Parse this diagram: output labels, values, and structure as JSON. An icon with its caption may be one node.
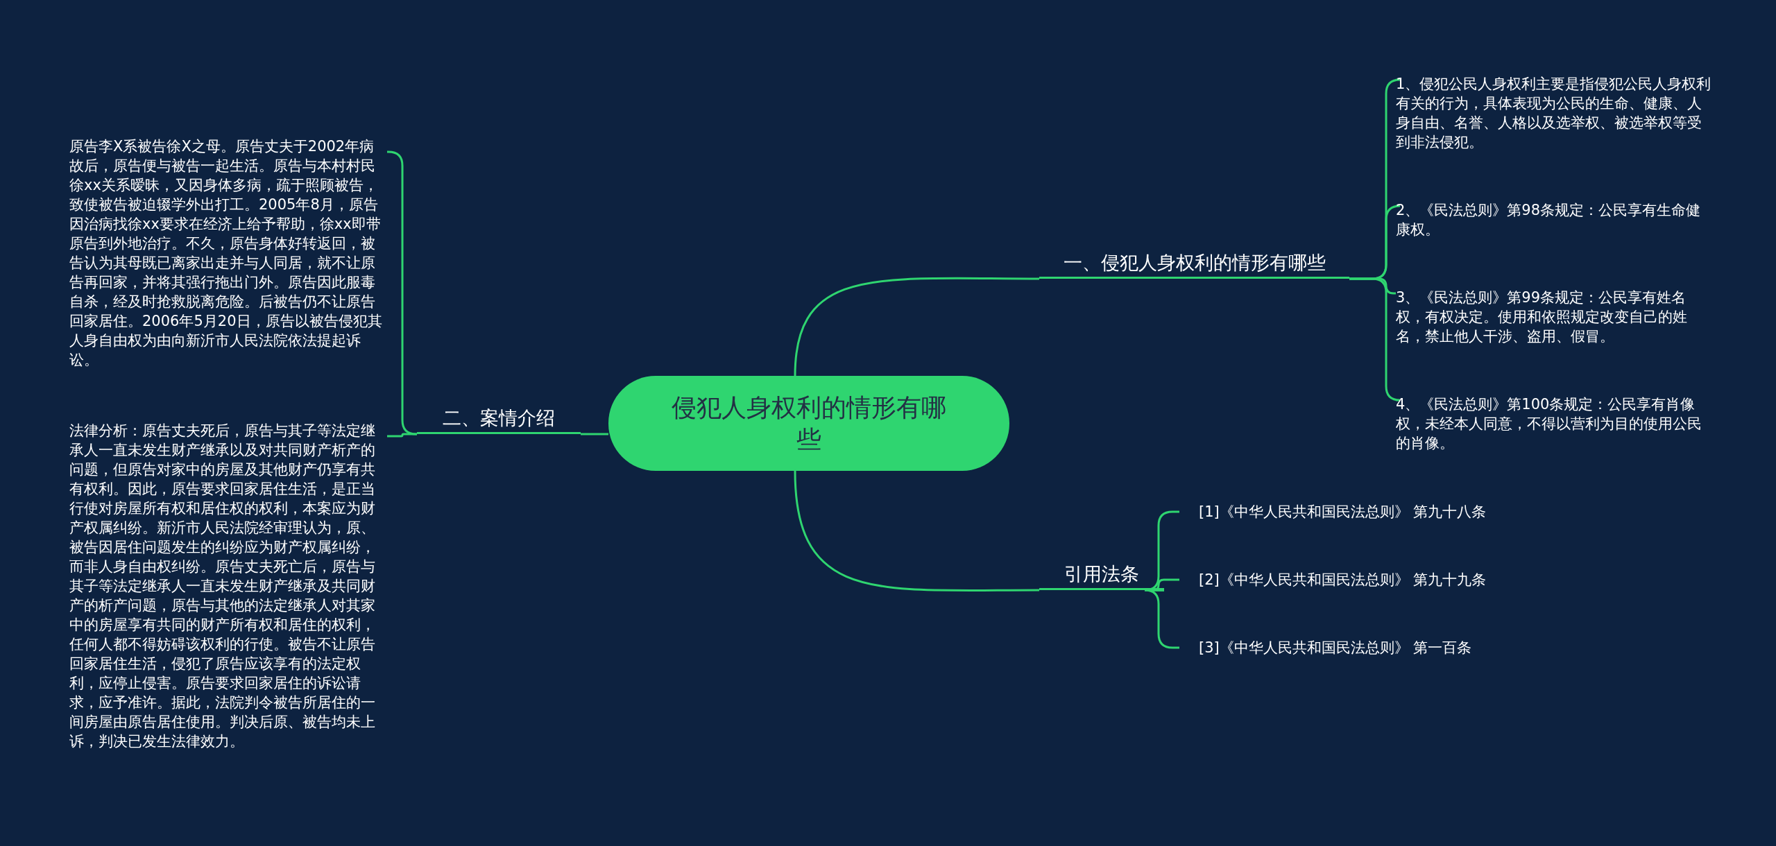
{
  "diagram": {
    "nodes": [
      {
        "text": [
          "侵犯人身权利的情形有哪些"
        ]
      },
      {
        "text": [
          "一、侵犯人身权利的情形有哪些"
        ]
      },
      {
        "text": [
          "1、侵犯公民人身权利主要是指侵犯公民人身权利有关的行为，具体表现为公民的生命、健康、人身自由、名誉、人格以及选举权、被选举权等受到非法侵犯。"
        ]
      },
      {
        "text": [
          "2、《民法总则》第98条规定：公民享有生命健康权。"
        ]
      },
      {
        "text": [
          "3、《民法总则》第99条规定：公民享有姓名权，有权决定。使用和依照规定改变自己的姓名，禁止他人干涉、盗用、假冒。"
        ]
      },
      {
        "text": [
          "4、《民法总则》第100条规定：公民享有肖像权，未经本人同意，不得以营利为目的使用公民的肖像。"
        ]
      },
      {
        "text": [
          "引用法条"
        ]
      },
      {
        "text": [
          "[1]《中华人民共和国民法总则》 第九十八条"
        ]
      },
      {
        "text": [
          "[2]《中华人民共和国民法总则》 第九十九条"
        ]
      },
      {
        "text": [
          "[3]《中华人民共和国民法总则》 第一百条"
        ]
      },
      {
        "text": [
          "二、案情介绍"
        ]
      },
      {
        "text": [
          "原告李X系被告徐X之母。原告丈夫于2002年病故后，原告便与被告一起生活。原告与本村村民徐xx关系暧昧，又因身体多病，疏于照顾被告，致使被告被迫辍学外出打工。2005年8月，原告因治病找徐xx要求在经济上给予帮助，徐xx即带原告到外地治疗。不久，原告身体好转返回，被告认为其母既已离家出走并与人同居，就不让原告再回家，并将其强行拖出门外。原告因此服毒自杀，经及时抢救脱离危险。后被告仍不让原告回家居住。2006年5月20日，原告以被告侵犯其人身自由权为由向新沂市人民法院依法提起诉讼。"
        ]
      },
      {
        "text": [
          "法律分析：原告丈夫死后，原告与其子等法定继承人一直未发生财产继承以及对共同财产析产的问题，但原告对家中的房屋及其他财产仍享有共有权利。因此，原告要求回家居住生活，是正当行使对房屋所有权和居住权的权利，本案应为财产权属纠纷。新沂市人民法院经审理认为，原、被告因居住问题发生的纠纷应为财产权属纠纷，而非人身自由权纠纷。原告丈夫死亡后，原告与其子等法定继承人一直未发生财产继承及共同财产的析产问题，原告与其他的法定继承人对其家中的房屋享有共同的财产所有权和居住的权利，任何人都不得妨碍该权利的行使。被告不让原告回家居住生活，侵犯了原告应该享有的法定权利，应停止侵害。原告要求回家居住的诉讼请求，应予准许。据此，法院判令被告所居住的一间房屋由原告居住使用。判决后原、被告均未上诉，判决已发生法律效力。"
        ]
      }
    ],
    "edges": [
      {
        "from": 0,
        "to": 1,
        "arrow": "none"
      },
      {
        "from": 1,
        "to": 2,
        "arrow": "none"
      },
      {
        "from": 1,
        "to": 3,
        "arrow": "none"
      },
      {
        "from": 1,
        "to": 4,
        "arrow": "none"
      },
      {
        "from": 1,
        "to": 5,
        "arrow": "none"
      },
      {
        "from": 0,
        "to": 6,
        "arrow": "none"
      },
      {
        "from": 6,
        "to": 7,
        "arrow": "none"
      },
      {
        "from": 6,
        "to": 8,
        "arrow": "none"
      },
      {
        "from": 6,
        "to": 9,
        "arrow": "none"
      },
      {
        "from": 0,
        "to": 10,
        "arrow": "none"
      },
      {
        "from": 10,
        "to": 11,
        "arrow": "none"
      },
      {
        "from": 10,
        "to": 12,
        "arrow": "none"
      }
    ]
  }
}
